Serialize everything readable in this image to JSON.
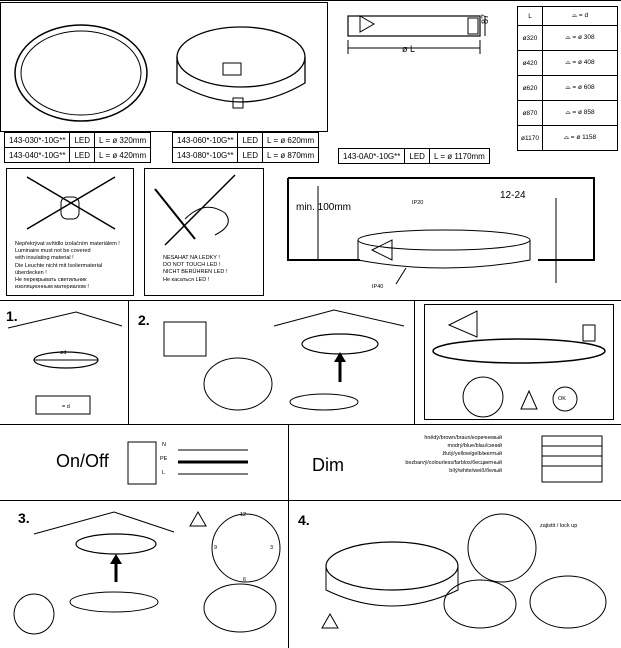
{
  "top_specs": {
    "height_label": "87",
    "diameter_label": "ø L",
    "table_header": "L",
    "rows": [
      {
        "d": "ø320",
        "v": "= ø 308"
      },
      {
        "d": "ø420",
        "v": "= ø 408"
      },
      {
        "d": "ø620",
        "v": "= ø 608"
      },
      {
        "d": "ø870",
        "v": "= ø 858"
      },
      {
        "d": "ø1170",
        "v": "= ø 1158"
      }
    ],
    "small_d_label": "= d"
  },
  "models": [
    {
      "code": "143-030*-10G**",
      "type": "LED",
      "size": "L = ø 320mm"
    },
    {
      "code": "143-040*-10G**",
      "type": "LED",
      "size": "L = ø 420mm"
    },
    {
      "code": "143-060*-10G**",
      "type": "LED",
      "size": "L = ø 620mm"
    },
    {
      "code": "143-080*-10G**",
      "type": "LED",
      "size": "L = ø 870mm"
    },
    {
      "code": "143-0A0*-10G**",
      "type": "LED",
      "size": "L = ø 1170mm"
    }
  ],
  "warnings": {
    "insulation": [
      "Nepřekrývat svítidlo izolačním materiálem !",
      "Luminaire must not be covered",
      "with insulating material !",
      "Die Leuchte nicht mit Isoliermaterial",
      "überdecken !",
      "Не перекрывать светильник",
      "изоляционным материалом !"
    ],
    "led": [
      "NESAHAT NA LEDKY !",
      "DO NOT TOUCH LED !",
      "NICHT BERÜHREN LED !",
      "Не касаться LED !"
    ]
  },
  "install": {
    "min_label": "min. 100mm",
    "ip20": "IP20",
    "ip40": "IP40",
    "range": "12-24"
  },
  "steps": {
    "s1": "1.",
    "s2": "2.",
    "s3": "3.",
    "s4": "4.",
    "d_label": "ød",
    "d_small": "= d",
    "ok": "OK",
    "lock_label": "zajistit / lock up"
  },
  "power": {
    "onoff": "On/Off",
    "dim": "Dim",
    "n": "N",
    "pe": "PE",
    "l": "L",
    "wires": [
      "hnědý/brown/braun/коричневый",
      "modrý/blue/blau/синий",
      "žlutý/yellow/gelb/желтый",
      "bezbarvý/colourless/farblos/бесцветный",
      "bílý/white/weiß/белый"
    ]
  },
  "clock": {
    "n12": "12",
    "n3": "3",
    "n6": "6",
    "n9": "9"
  }
}
